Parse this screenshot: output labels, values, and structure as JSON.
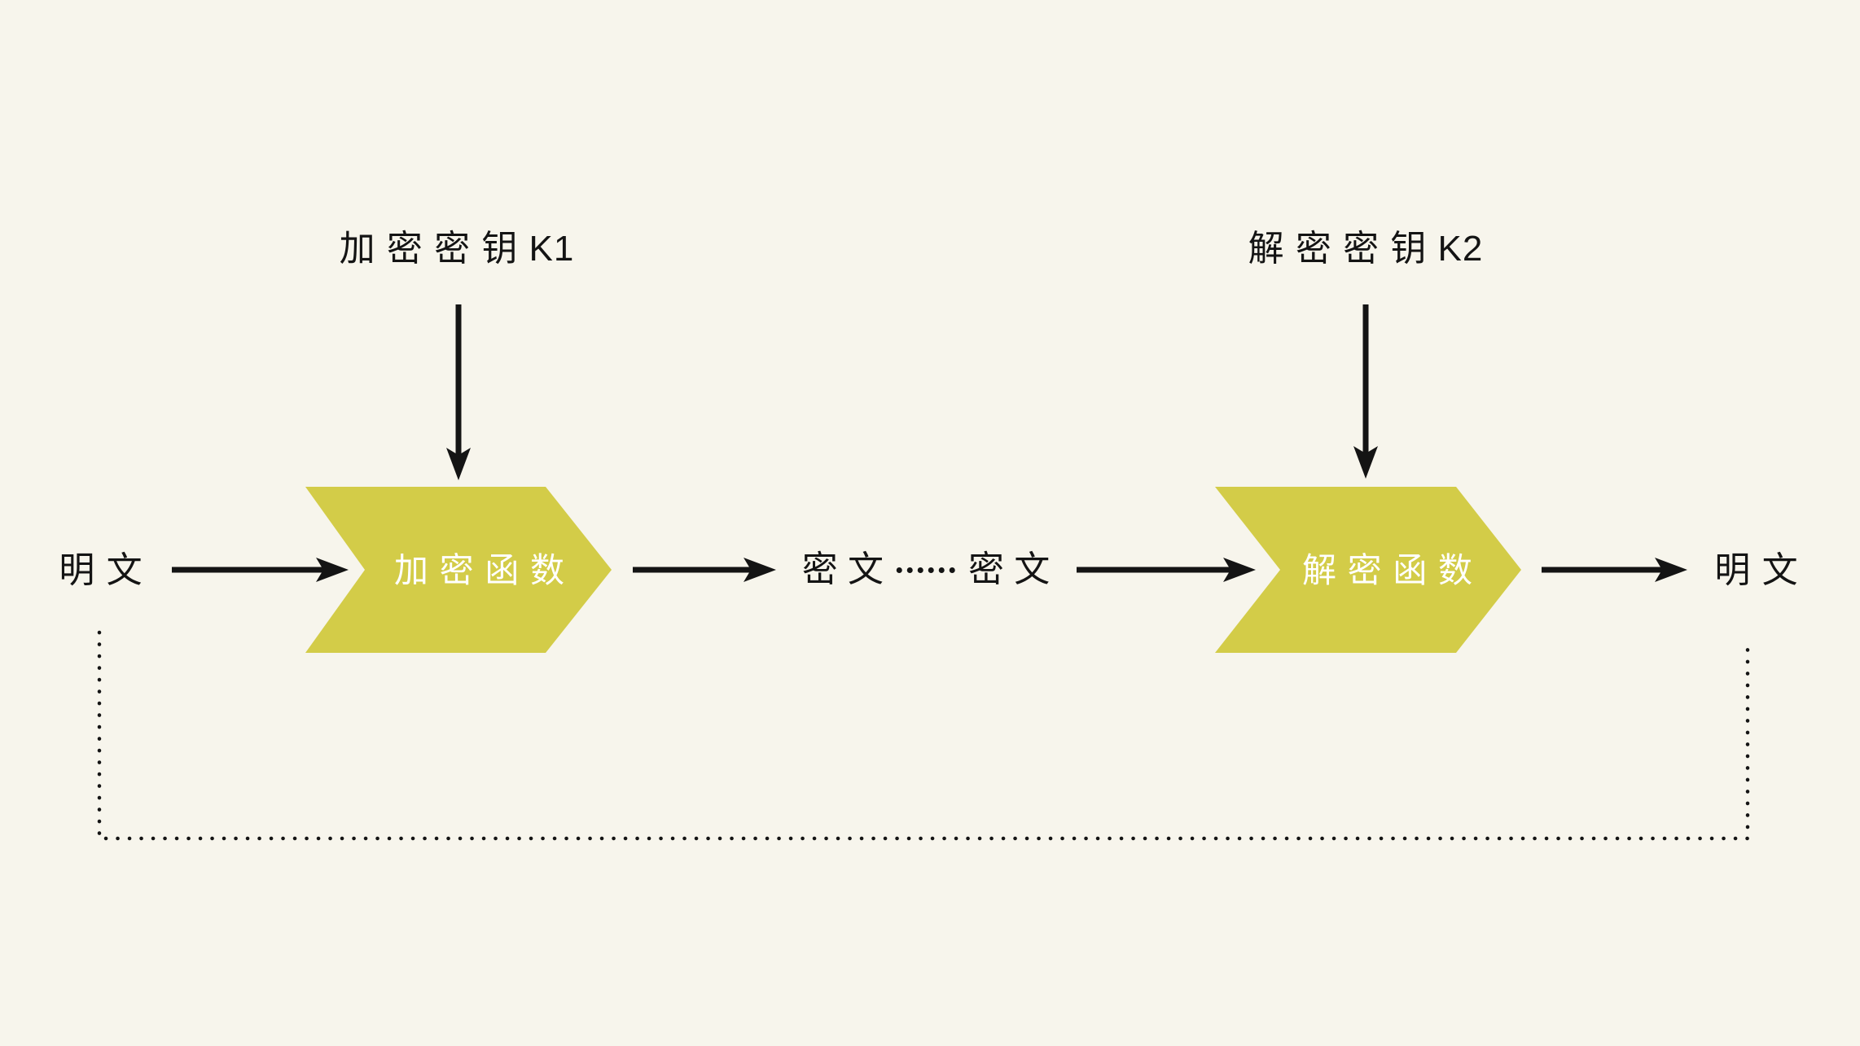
{
  "colors": {
    "background": "#f7f5ec",
    "ink": "#141414",
    "accent": "#d3cc48",
    "function_text": "#ffffff"
  },
  "keys": {
    "encryption_key_label": "加 密 密 钥 K1",
    "decryption_key_label": "解 密 密 钥 K2"
  },
  "nodes": {
    "plaintext_left": "明 文",
    "encryption_function": "加 密 函 数",
    "ciphertext_left": "密 文",
    "ciphertext_right": "密 文",
    "decryption_function": "解 密 函 数",
    "plaintext_right": "明 文"
  }
}
